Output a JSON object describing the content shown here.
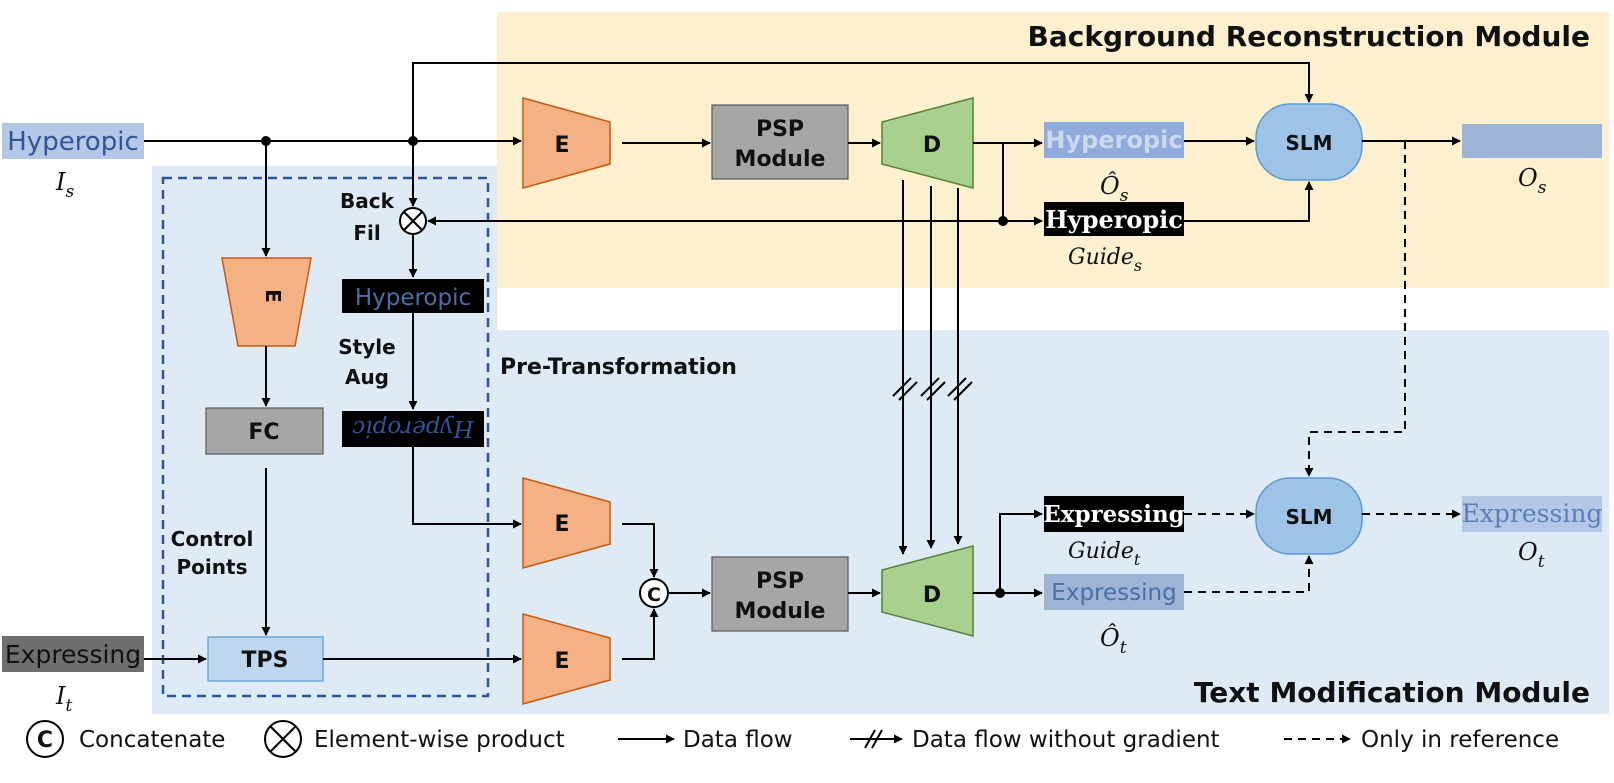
{
  "modules": {
    "background": "Background Reconstruction Module",
    "text_mod": "Text Modification Module",
    "pre_transform": "Pre-Transformation"
  },
  "blocks": {
    "encoder": "E",
    "decoder": "D",
    "psp_line1": "PSP",
    "psp_line2": "Module",
    "slm": "SLM",
    "fc": "FC",
    "tps": "TPS"
  },
  "images": {
    "source_word": "Hyperopic",
    "target_word": "Expressing"
  },
  "labels": {
    "I_s": "I",
    "I_s_sub": "s",
    "I_t": "I",
    "I_t_sub": "t",
    "O_s": "O",
    "O_s_sub": "s",
    "O_t": "O",
    "O_t_sub": "t",
    "Ohat_s": "Ô",
    "Ohat_s_sub": "s",
    "Ohat_t": "Ô",
    "Ohat_t_sub": "t",
    "guide_s": "Guide",
    "guide_s_sub": "s",
    "guide_t": "Guide",
    "guide_t_sub": "t",
    "back_fil_1": "Back",
    "back_fil_2": "Fil",
    "style_aug_1": "Style",
    "style_aug_2": "Aug",
    "control_1": "Control",
    "control_2": "Points"
  },
  "legend": {
    "concat_symbol": "C",
    "concat": "Concatenate",
    "product": "Element-wise product",
    "flow": "Data flow",
    "flow_nograd": "Data flow without gradient",
    "reference": "Only in reference"
  },
  "colors": {
    "bg_module": "#fdf0cf",
    "text_module": "#deebf7",
    "encoder": "#f4b183",
    "decoder": "#a9d18e",
    "psp": "#a6a6a6",
    "slm": "#9dc3e6",
    "tps": "#bdd7ee",
    "dashed_box": "#2f5597"
  }
}
